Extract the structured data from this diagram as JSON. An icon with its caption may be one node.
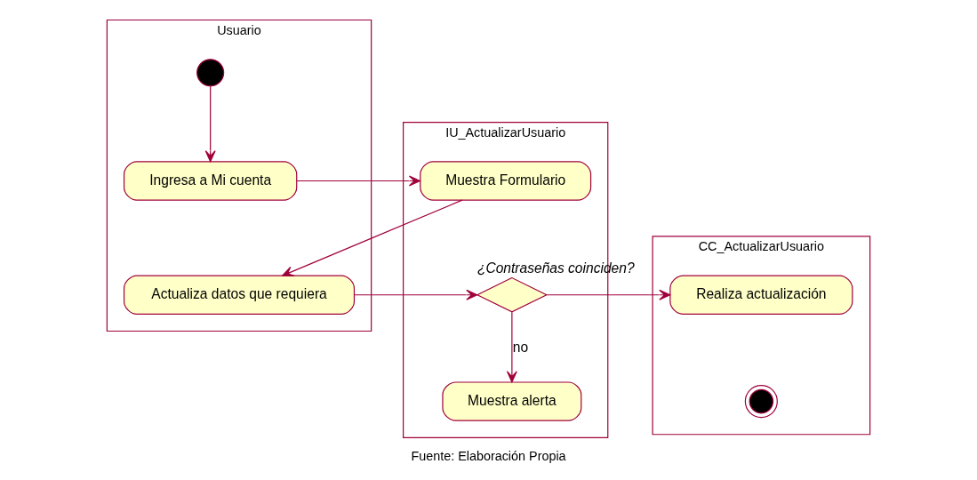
{
  "diagram": {
    "caption": "Fuente: Elaboración Propia",
    "nodes": [
      {
        "text": [
          "Usuario"
        ]
      },
      {
        "text": [
          "IU_ActualizarUsuario"
        ]
      },
      {
        "text": [
          "CC_ActualizarUsuario"
        ]
      },
      {
        "text": [],
        "shape": "circle",
        "in": 0
      },
      {
        "text": [
          "Ingresa a Mi cuenta"
        ],
        "in": 0
      },
      {
        "text": [
          "Muestra Formulario"
        ],
        "in": 1
      },
      {
        "text": [
          "Actualiza datos que requiera"
        ],
        "in": 0
      },
      {
        "text": [],
        "shape": "diamond",
        "in": 1,
        "beside": [
          "¿Contraseñas coinciden?"
        ]
      },
      {
        "text": [
          "Muestra alerta"
        ],
        "in": 1
      },
      {
        "text": [
          "Realiza actualización"
        ],
        "in": 2
      },
      {
        "text": [],
        "shape": "circle",
        "in": 2
      }
    ],
    "edges": [
      {
        "from": 3,
        "to": 4,
        "arrow": "to"
      },
      {
        "from": 4,
        "to": 5,
        "arrow": "to"
      },
      {
        "from": 5,
        "to": 6,
        "arrow": "to"
      },
      {
        "from": 6,
        "to": 7,
        "arrow": "to"
      },
      {
        "from": 7,
        "to": 8,
        "arrow": "to",
        "label": "no"
      },
      {
        "from": 7,
        "to": 9,
        "arrow": "to"
      }
    ]
  }
}
